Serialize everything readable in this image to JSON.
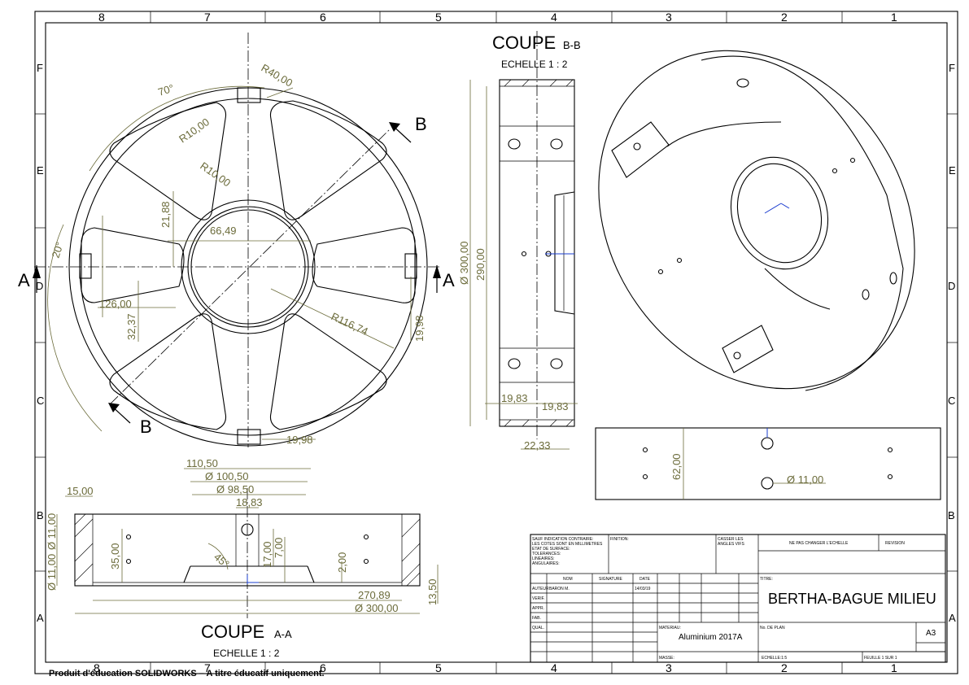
{
  "frame": {
    "columns": [
      "8",
      "7",
      "6",
      "5",
      "4",
      "3",
      "2",
      "1"
    ],
    "rows": [
      "F",
      "E",
      "D",
      "C",
      "B",
      "A"
    ]
  },
  "section_bb": {
    "title": "COUPE",
    "suffix": "B-B",
    "scale": "ECHELLE 1 : 2"
  },
  "section_aa": {
    "title": "COUPE",
    "suffix": "A-A",
    "scale": "ECHELLE 1 : 2"
  },
  "markers": {
    "a_left": "A",
    "a_right": "A",
    "b_top": "B",
    "b_bottom": "B",
    "d_left": "D"
  },
  "front_dims": {
    "angle70": "70°",
    "r40": "R40,00",
    "r10a": "R10,00",
    "r10b": "R10,00",
    "d2188": "21,88",
    "d6649": "66,49",
    "angle20": "20°",
    "d12600": "126,00",
    "d3237": "32,37",
    "r11674": "R116,74",
    "d1998a": "19,98",
    "d1998b": "19,98"
  },
  "side_dims": {
    "dia300": "Ø 300,00",
    "d290": "290,00",
    "d1983a": "19,83",
    "d1983b": "19,83",
    "d2233": "22,33"
  },
  "bottom_view_dims": {
    "d62": "62,00",
    "dia11": "Ø 11,00"
  },
  "section_dims": {
    "d11050": "110,50",
    "dia10050": "Ø 100,50",
    "dia9850": "Ø 98,50",
    "d1883": "18,83",
    "d1500": "15,00",
    "dia11a": "Ø 11,00",
    "dia11b": "Ø 11,00",
    "d3500": "35,00",
    "d1700": "17,00",
    "d700": "7,00",
    "angle45": "45°",
    "d200": "2,00",
    "d27089": "270,89",
    "dia30000": "Ø 300,00",
    "d1350": "13,50"
  },
  "title_block": {
    "general_notes": [
      "SAUF INDICATION CONTRAIRE:",
      "LES COTES SONT EN MILLIMETRES",
      "ETAT DE SURFACE:",
      "TOLERANCES:",
      "  LINEAIRES:",
      "  ANGULAIRES:"
    ],
    "finition": "FINITION:",
    "casser_angles": [
      "CASSER LES",
      "ANGLES VIFS"
    ],
    "no_scale": "NE PAS CHANGER L'ECHELLE",
    "revision": "REVISION",
    "col_nom": "NOM",
    "col_signature": "SIGNATURE",
    "col_date": "DATE",
    "rows": [
      "AUTEUR",
      "VERIF.",
      "APPR.",
      "FAB.",
      "QUAL."
    ],
    "author_name": "BARON M.",
    "author_date": "14/03/19",
    "titre_label": "TITRE:",
    "title": "BERTHA-BAGUE MILIEU",
    "materiau_label": "MATERIAU:",
    "material": "Aluminium 2017A",
    "plan_label": "No. DE PLAN",
    "format": "A3",
    "masse_label": "MASSE:",
    "echelle": "ECHELLE:1:5",
    "feuille": "FEUILLE 1 SUR 1"
  },
  "watermark": "Produit d'éducation SOLIDWORKS – A titre éducatif uniquement."
}
